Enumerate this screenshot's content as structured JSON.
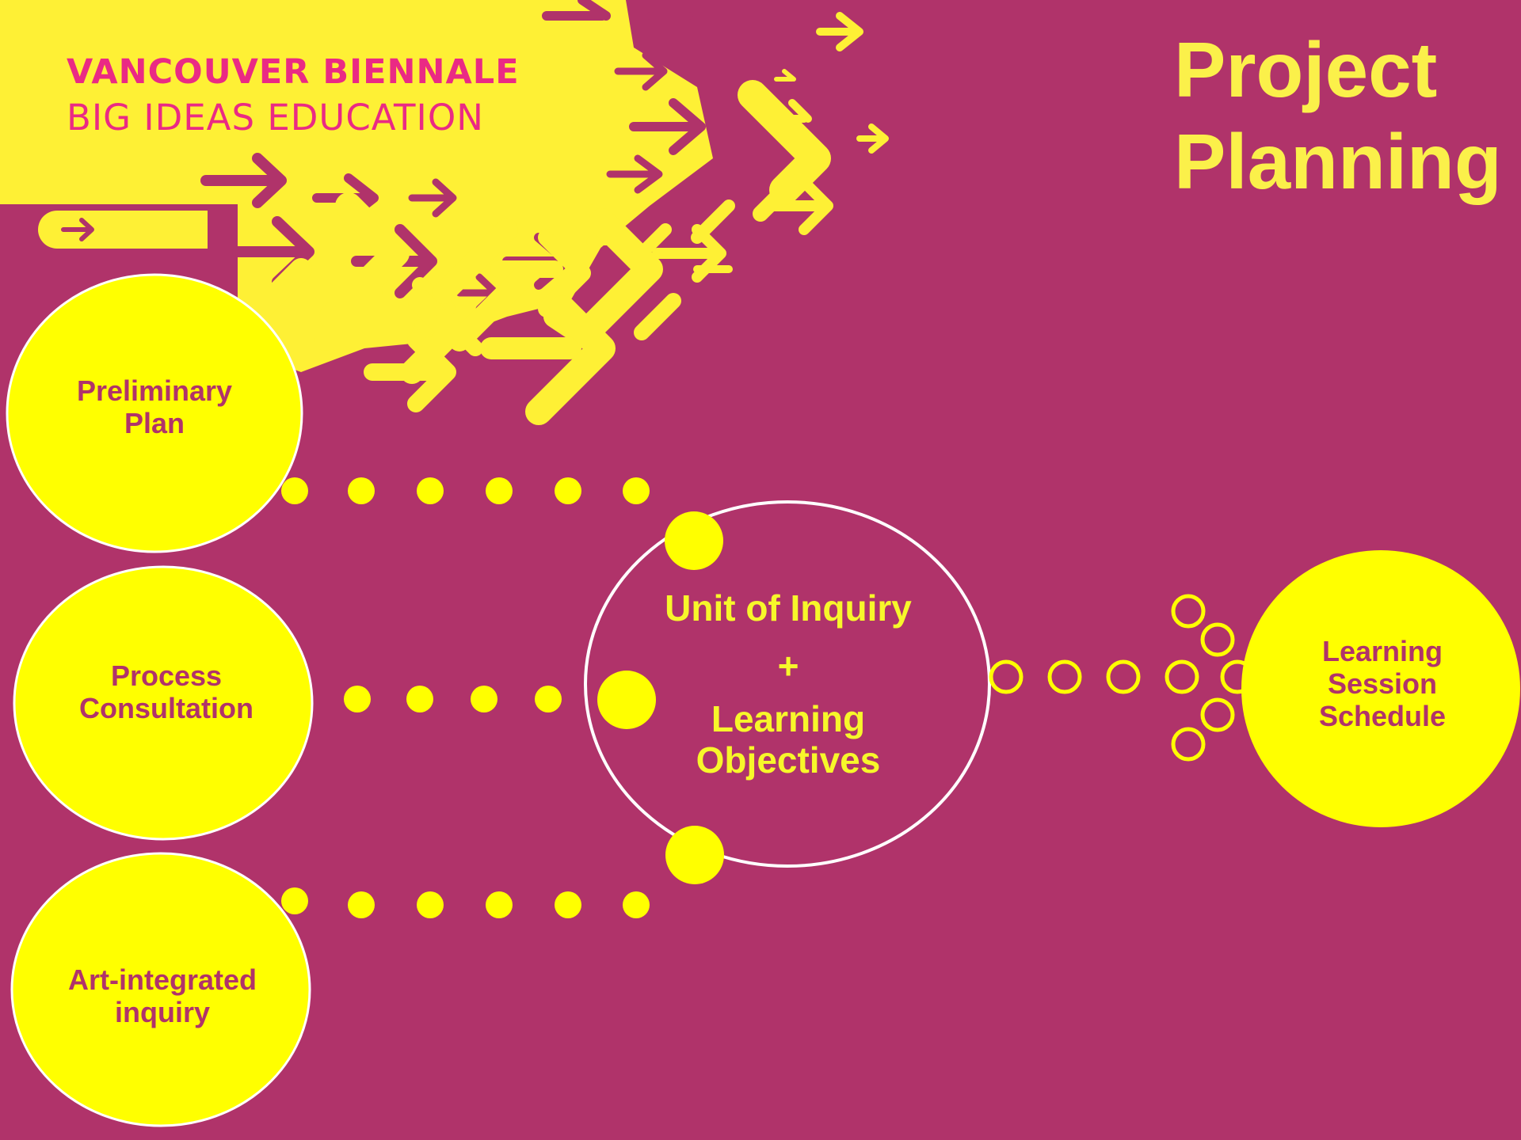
{
  "brand": {
    "name": "VANCOUVER BIENNALE",
    "program": "BIG IDEAS EDUCATION"
  },
  "title": {
    "line1": "Project",
    "line2": "Planning"
  },
  "nodes": {
    "preliminary_plan": "Preliminary Plan",
    "process_consultation": "Process Consultation",
    "art_integrated_inquiry": "Art-integrated inquiry",
    "unit_of_inquiry": "Unit of Inquiry",
    "plus": "+",
    "learning_objectives": "Learning Objectives",
    "learning_session_schedule": "Learning Session Schedule"
  },
  "colors": {
    "background": "#b0336a",
    "yellow": "#ffff00",
    "banner_yellow": "#fef035",
    "brand_pink": "#ea2a84",
    "title_yellow": "#fbf04a"
  }
}
